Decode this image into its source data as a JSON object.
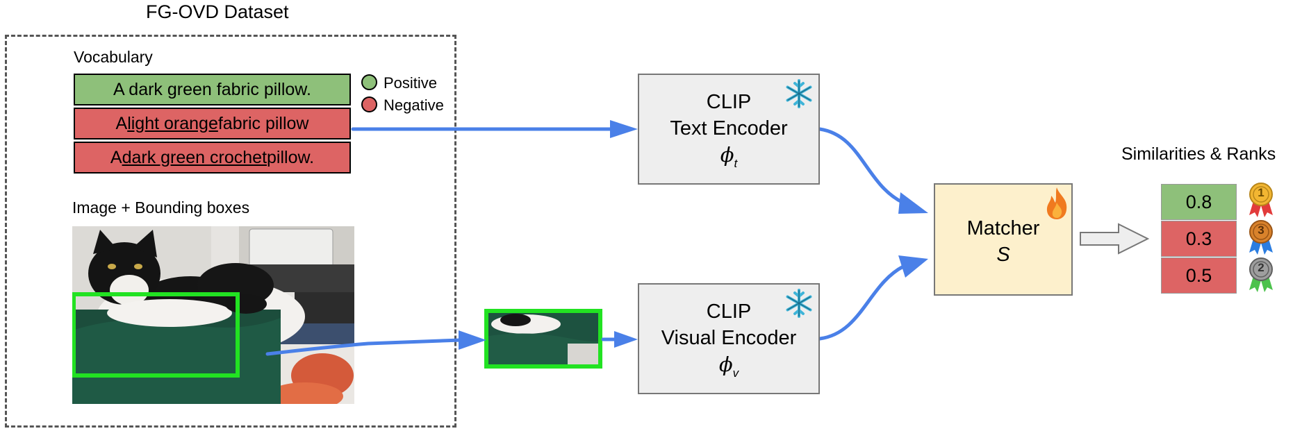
{
  "dataset_title": "FG-OVD Dataset",
  "vocabulary_label": "Vocabulary",
  "vocabulary": [
    {
      "pre": "A dark green fabric pillow.",
      "u": "",
      "post": "",
      "type": "positive"
    },
    {
      "pre": "A ",
      "u": "light orange",
      "post": " fabric pillow",
      "type": "negative"
    },
    {
      "pre": "A ",
      "u": "dark green crochet",
      "post": " pillow.",
      "type": "negative"
    }
  ],
  "legend": {
    "positive": "Positive",
    "negative": "Negative"
  },
  "image_label": "Image + Bounding boxes",
  "text_encoder": {
    "line1": "CLIP",
    "line2": "Text Encoder",
    "symbol": "ϕ",
    "subscript": "t"
  },
  "visual_encoder": {
    "line1": "CLIP",
    "line2": "Visual Encoder",
    "symbol": "ϕ",
    "subscript": "v"
  },
  "matcher": {
    "line1": "Matcher",
    "symbol": "S"
  },
  "results_title": "Similarities & Ranks",
  "scores": [
    {
      "value": "0.8",
      "rank": "1",
      "type": "positive"
    },
    {
      "value": "0.3",
      "rank": "3",
      "type": "negative"
    },
    {
      "value": "0.5",
      "rank": "2",
      "type": "negative"
    }
  ],
  "colors": {
    "positive": "#8ec07a",
    "negative": "#dd6464",
    "arrow": "#4a80e8",
    "bbox": "#22e222",
    "encoder_bg": "#eeeeee",
    "matcher_bg": "#fdf0cc",
    "gold": "#f2b632",
    "bronze": "#d9822b",
    "silver": "#9e9e9e"
  },
  "icons": {
    "frozen": "snowflake-icon",
    "trainable": "flame-icon",
    "rank": "medal-icon"
  }
}
